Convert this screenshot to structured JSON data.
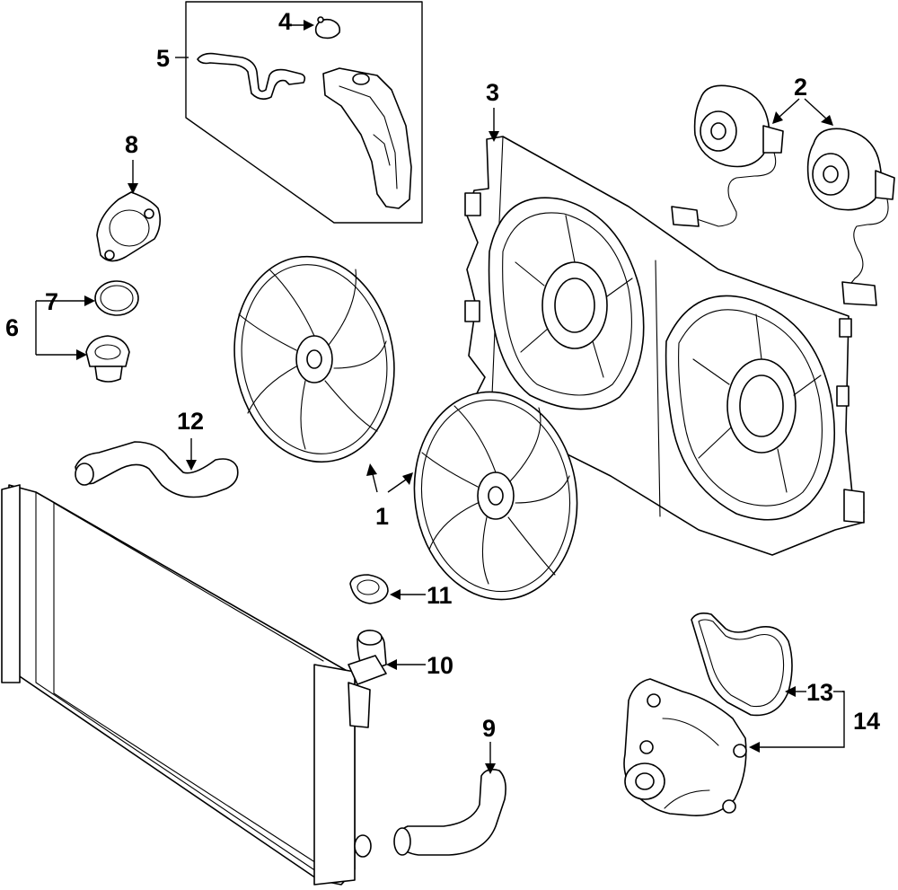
{
  "callouts": {
    "c1": "1",
    "c2": "2",
    "c3": "3",
    "c4": "4",
    "c5": "5",
    "c6": "6",
    "c7": "7",
    "c8": "8",
    "c9": "9",
    "c10": "10",
    "c11": "11",
    "c12": "12",
    "c13": "13",
    "c14": "14"
  },
  "parts": [
    {
      "id": "1",
      "name": "fan-blade"
    },
    {
      "id": "2",
      "name": "fan-motor"
    },
    {
      "id": "3",
      "name": "fan-shroud"
    },
    {
      "id": "4",
      "name": "reservoir-cap"
    },
    {
      "id": "5",
      "name": "coolant-reservoir-and-hose"
    },
    {
      "id": "6",
      "name": "thermostat-assembly"
    },
    {
      "id": "7",
      "name": "thermostat-gasket"
    },
    {
      "id": "8",
      "name": "thermostat-housing"
    },
    {
      "id": "9",
      "name": "lower-radiator-hose"
    },
    {
      "id": "10",
      "name": "radiator-filler-neck"
    },
    {
      "id": "11",
      "name": "radiator-cap"
    },
    {
      "id": "12",
      "name": "upper-radiator-hose"
    },
    {
      "id": "13",
      "name": "water-pump-gasket"
    },
    {
      "id": "14",
      "name": "water-pump"
    }
  ]
}
